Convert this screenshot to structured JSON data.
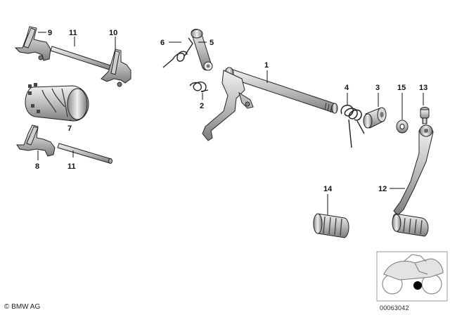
{
  "callouts": {
    "c1": "1",
    "c2": "2",
    "c3": "3",
    "c4": "4",
    "c5": "5",
    "c6": "6",
    "c7": "7",
    "c8": "8",
    "c9": "9",
    "c10": "10",
    "c11a": "11",
    "c11b": "11",
    "c12": "12",
    "c13": "13",
    "c14": "14",
    "c15": "15"
  },
  "footer": {
    "copyright": "© BMW AG",
    "image_number": "00063042"
  },
  "colors": {
    "part_fill": "#d9d9d9",
    "part_dark": "#8a8a8a",
    "line": "#111111",
    "marker": "#000000"
  }
}
